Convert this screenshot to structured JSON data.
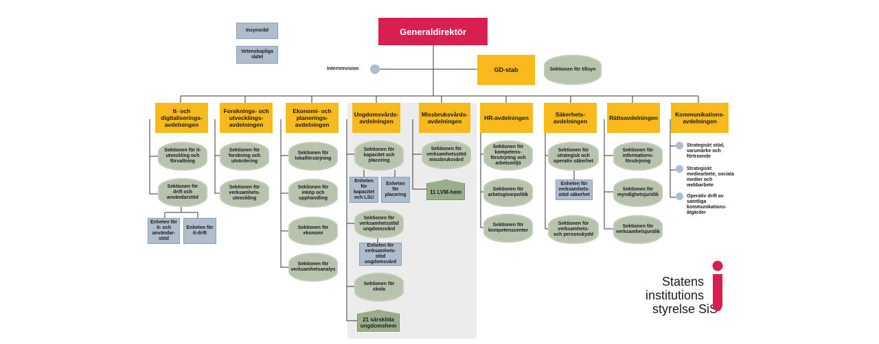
{
  "top": {
    "gd": "Generaldirektör",
    "insynsrad": "Insynsråd",
    "vetenskapliga": "Vetenskapliga rådet",
    "internrevision": "Internrevision",
    "gdstab": "GD-stab",
    "tillsyn": "Sektionen för tillsyn"
  },
  "departments": [
    {
      "label": "It- och digitaliserings-avdelningen"
    },
    {
      "label": "Forsknings- och utvecklings-avdelningen"
    },
    {
      "label": "Ekonomi- och planerings-avdelningen"
    },
    {
      "label": "Ungdomsvårds-avdelningen"
    },
    {
      "label": "Missbruksvårds-avdelningen"
    },
    {
      "label": "HR-avdelningen"
    },
    {
      "label": "Säkerhets-avdelningen"
    },
    {
      "label": "Rättsavdelningen"
    },
    {
      "label": "Kommunikations-avdelningen"
    }
  ],
  "it": {
    "s1": "Sektionen för it-utveckling och förvaltning",
    "s2": "Sektionen för drift och användarstöd",
    "u1": "Enheten för it- och användar-stöd",
    "u2": "Enheten för it-drift"
  },
  "fou": {
    "s1": "Sektionen för forskning och utvärdering",
    "s2": "Sektionen för verksamhets-utveckling"
  },
  "eko": {
    "s1": "Sektionen för lokalförsörjning",
    "s2": "Sektionen för inköp och upphandling",
    "s3": "Sektionen för ekonomi",
    "s4": "Sektionen för verksamhetsanalys"
  },
  "ung": {
    "s1": "Sektionen för kapacitet och placering",
    "u1": "Enheten för kapacitet och LSU",
    "u2": "Enheten för placering",
    "s2": "Sektionen för verksamhetsstöd ungdomsvård",
    "u3": "Enheten för verksamhets-stöd ungdomsvård",
    "s3": "Sektionen för skola",
    "h1": "21 särskilda ungdomshem"
  },
  "mis": {
    "s1": "Sektionen för verksamhetsstöd missbruksvård",
    "h1": "11 LVM-hem"
  },
  "hr": {
    "s1": "Sektionen för kompetens-försörjning och arbetsmiljö",
    "s2": "Sektionen för arbetsgivarpolitik",
    "s3": "Sektionen för kompetenscenter"
  },
  "sak": {
    "s1": "Sektionen för strategisk och operativ säkerhet",
    "u1": "Enheten för verksamhets-stöd säkerhet",
    "s2": "Sektionen för verksamhets- och personskydd"
  },
  "ratt": {
    "s1": "Sektionen för informations-försörjning",
    "s2": "Sektionen för myndighetsjuridik",
    "s3": "Sektionen för verksamhetsjuridik"
  },
  "kom": {
    "i1": "Strategiskt stöd, varumärke och förtroende",
    "i2": "Strategiskt mediearbete, sociala medier och webbarbete",
    "i3": "Operativ drift av samtliga kommunikations-åtgärder"
  },
  "logo": {
    "line1": "Statens",
    "line2": "institutions",
    "line3": "styrelse SiS",
    "accent": "#d7204f"
  }
}
